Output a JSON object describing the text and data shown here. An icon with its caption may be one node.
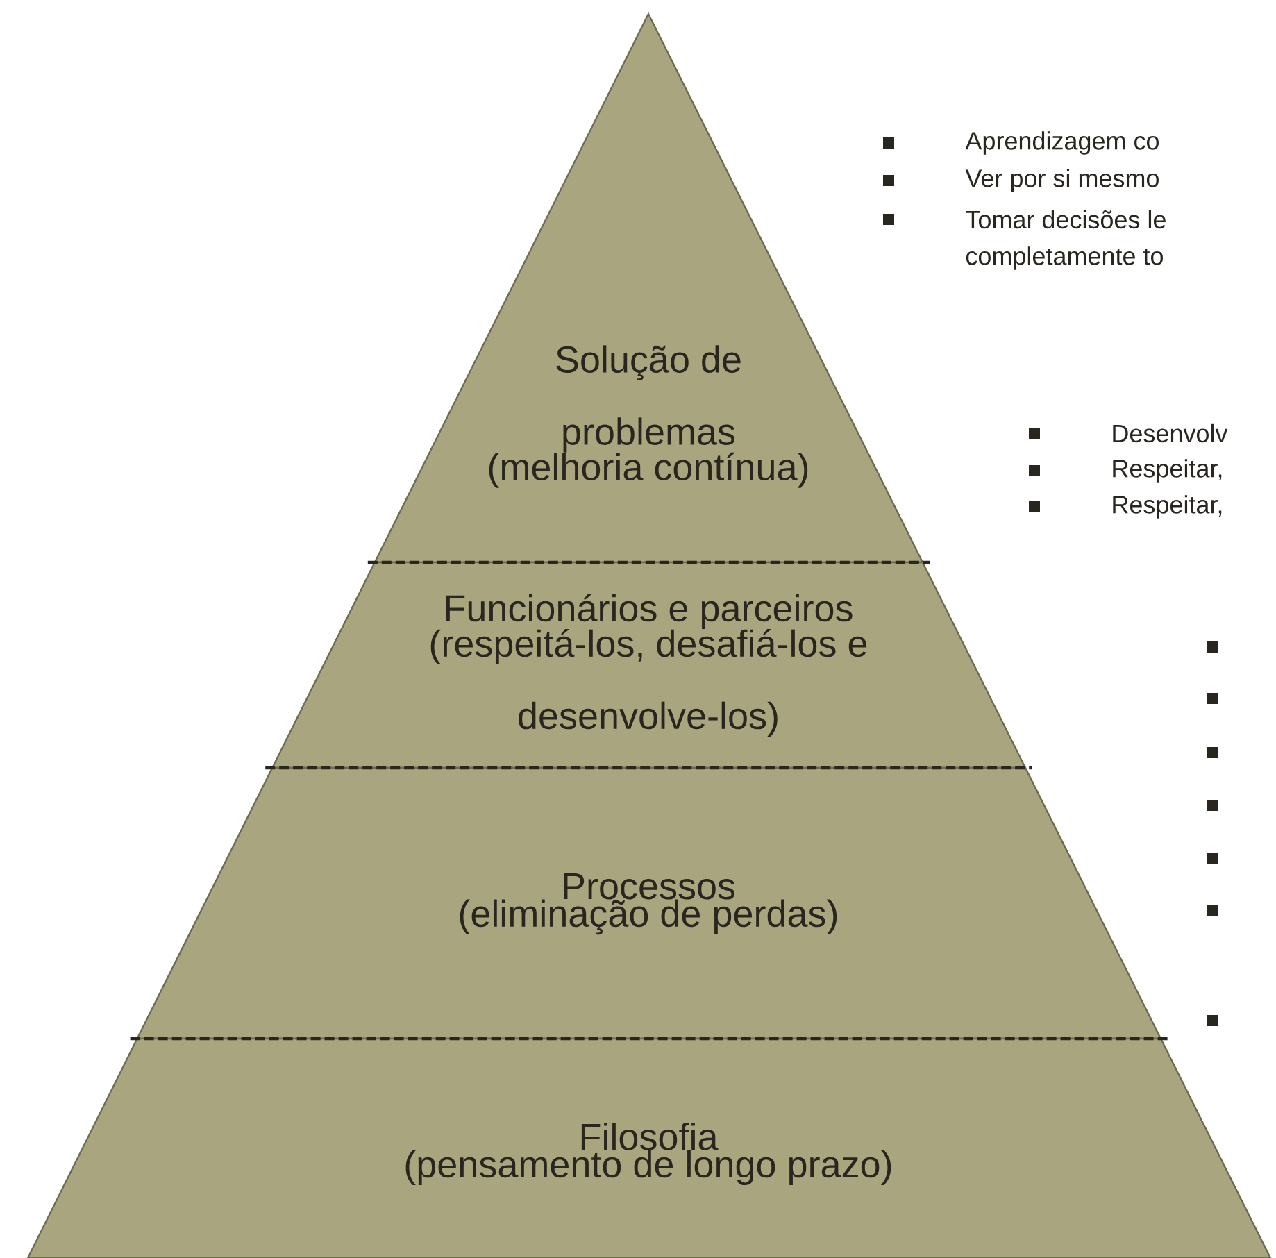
{
  "diagram": {
    "nodes": [
      {
        "text": [
          "Solução de problemas",
          "(melhoria contínua)"
        ]
      },
      {
        "text": [
          "Funcionários e parceiros",
          "(respeitá-los, desafiá-los e desenvolve-los)"
        ]
      },
      {
        "text": [
          "Processos",
          "(eliminação de perdas)"
        ]
      },
      {
        "text": [
          "Filosofia",
          "(pensamento de longo prazo)"
        ]
      }
    ],
    "labels": [
      "Aprendizagem co",
      "Ver por si mesmo",
      "Tomar decisões le",
      "completamente to",
      "Desenvolv",
      "Respeitar,",
      "Respeitar,"
    ]
  }
}
